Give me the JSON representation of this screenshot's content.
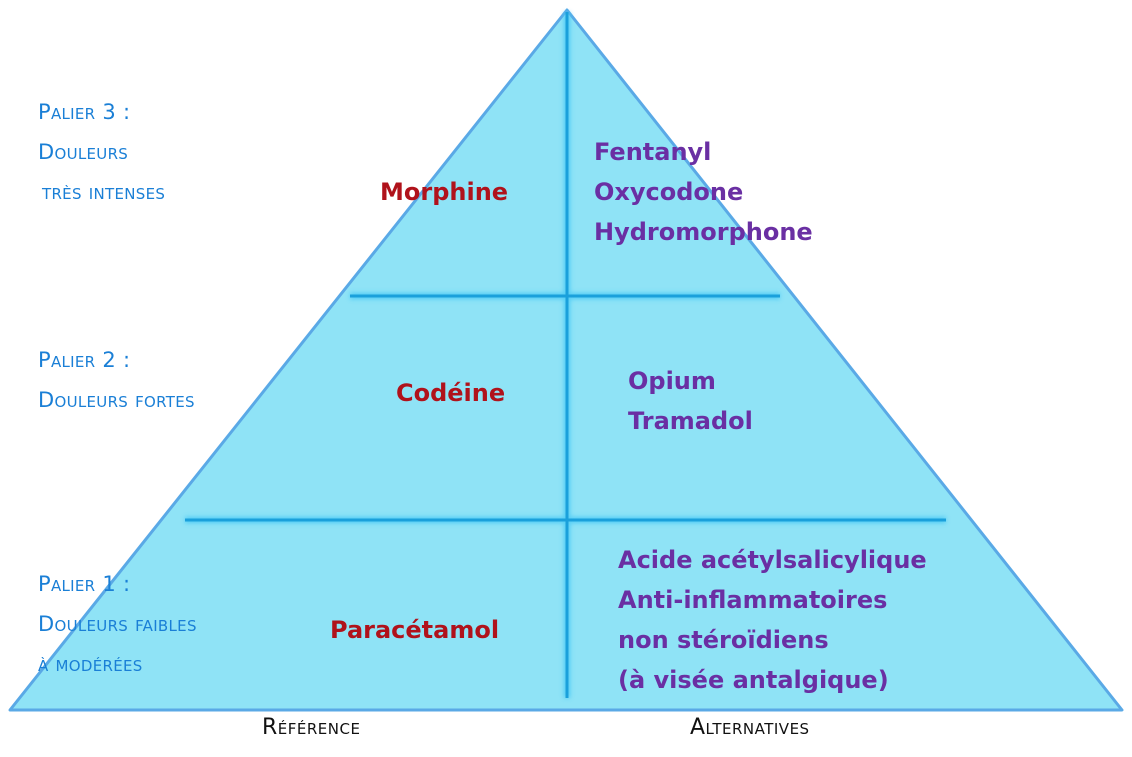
{
  "colors": {
    "pyramid_fill": "#8fe3f6",
    "pyramid_stroke": "#5aa9e6",
    "divider": "#1aa0db",
    "level_text": "#1a7fd6",
    "reference_text": "#b0121b",
    "alternative_text": "#6a2fa3"
  },
  "levels": [
    {
      "label_lines": [
        "Palier 3 :",
        "Douleurs",
        "très intenses"
      ],
      "reference": "Morphine",
      "alternatives": [
        "Fentanyl",
        "Oxycodone",
        "Hydromorphone"
      ]
    },
    {
      "label_lines": [
        "Palier 2 :",
        "Douleurs fortes"
      ],
      "reference": "Codéine",
      "alternatives": [
        "Opium",
        "Tramadol"
      ]
    },
    {
      "label_lines": [
        "Palier 1 :",
        "Douleurs faibles",
        "à modérées"
      ],
      "reference": "Paracétamol",
      "alternatives": [
        "Acide acétylsalicylique",
        "Anti-inflammatoires",
        "non stéroïdiens",
        "(à visée antalgique)"
      ]
    }
  ],
  "footer": {
    "reference_label": "Référence",
    "alternatives_label": "Alternatives"
  }
}
